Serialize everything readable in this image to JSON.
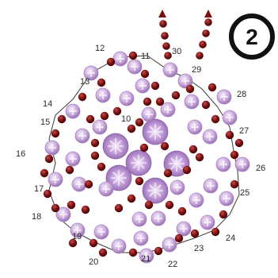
{
  "step_badge": "2",
  "step_labels": [
    "10",
    "11",
    "12",
    "13",
    "14",
    "15",
    "16",
    "17",
    "18",
    "19",
    "20",
    "21",
    "22",
    "23",
    "24",
    "25",
    "26",
    "27",
    "28",
    "29",
    "30"
  ],
  "colors": {
    "bead_dark": "#7a1010",
    "bead_round": "#c9a6dc",
    "bead_round_edge": "#9a72b4",
    "bead_bicone": "#b48ad0",
    "thread": "#3a3a3a"
  },
  "bead_types": [
    "crystal-bicone-large",
    "crystal-round-small",
    "seed-bead-dark"
  ]
}
